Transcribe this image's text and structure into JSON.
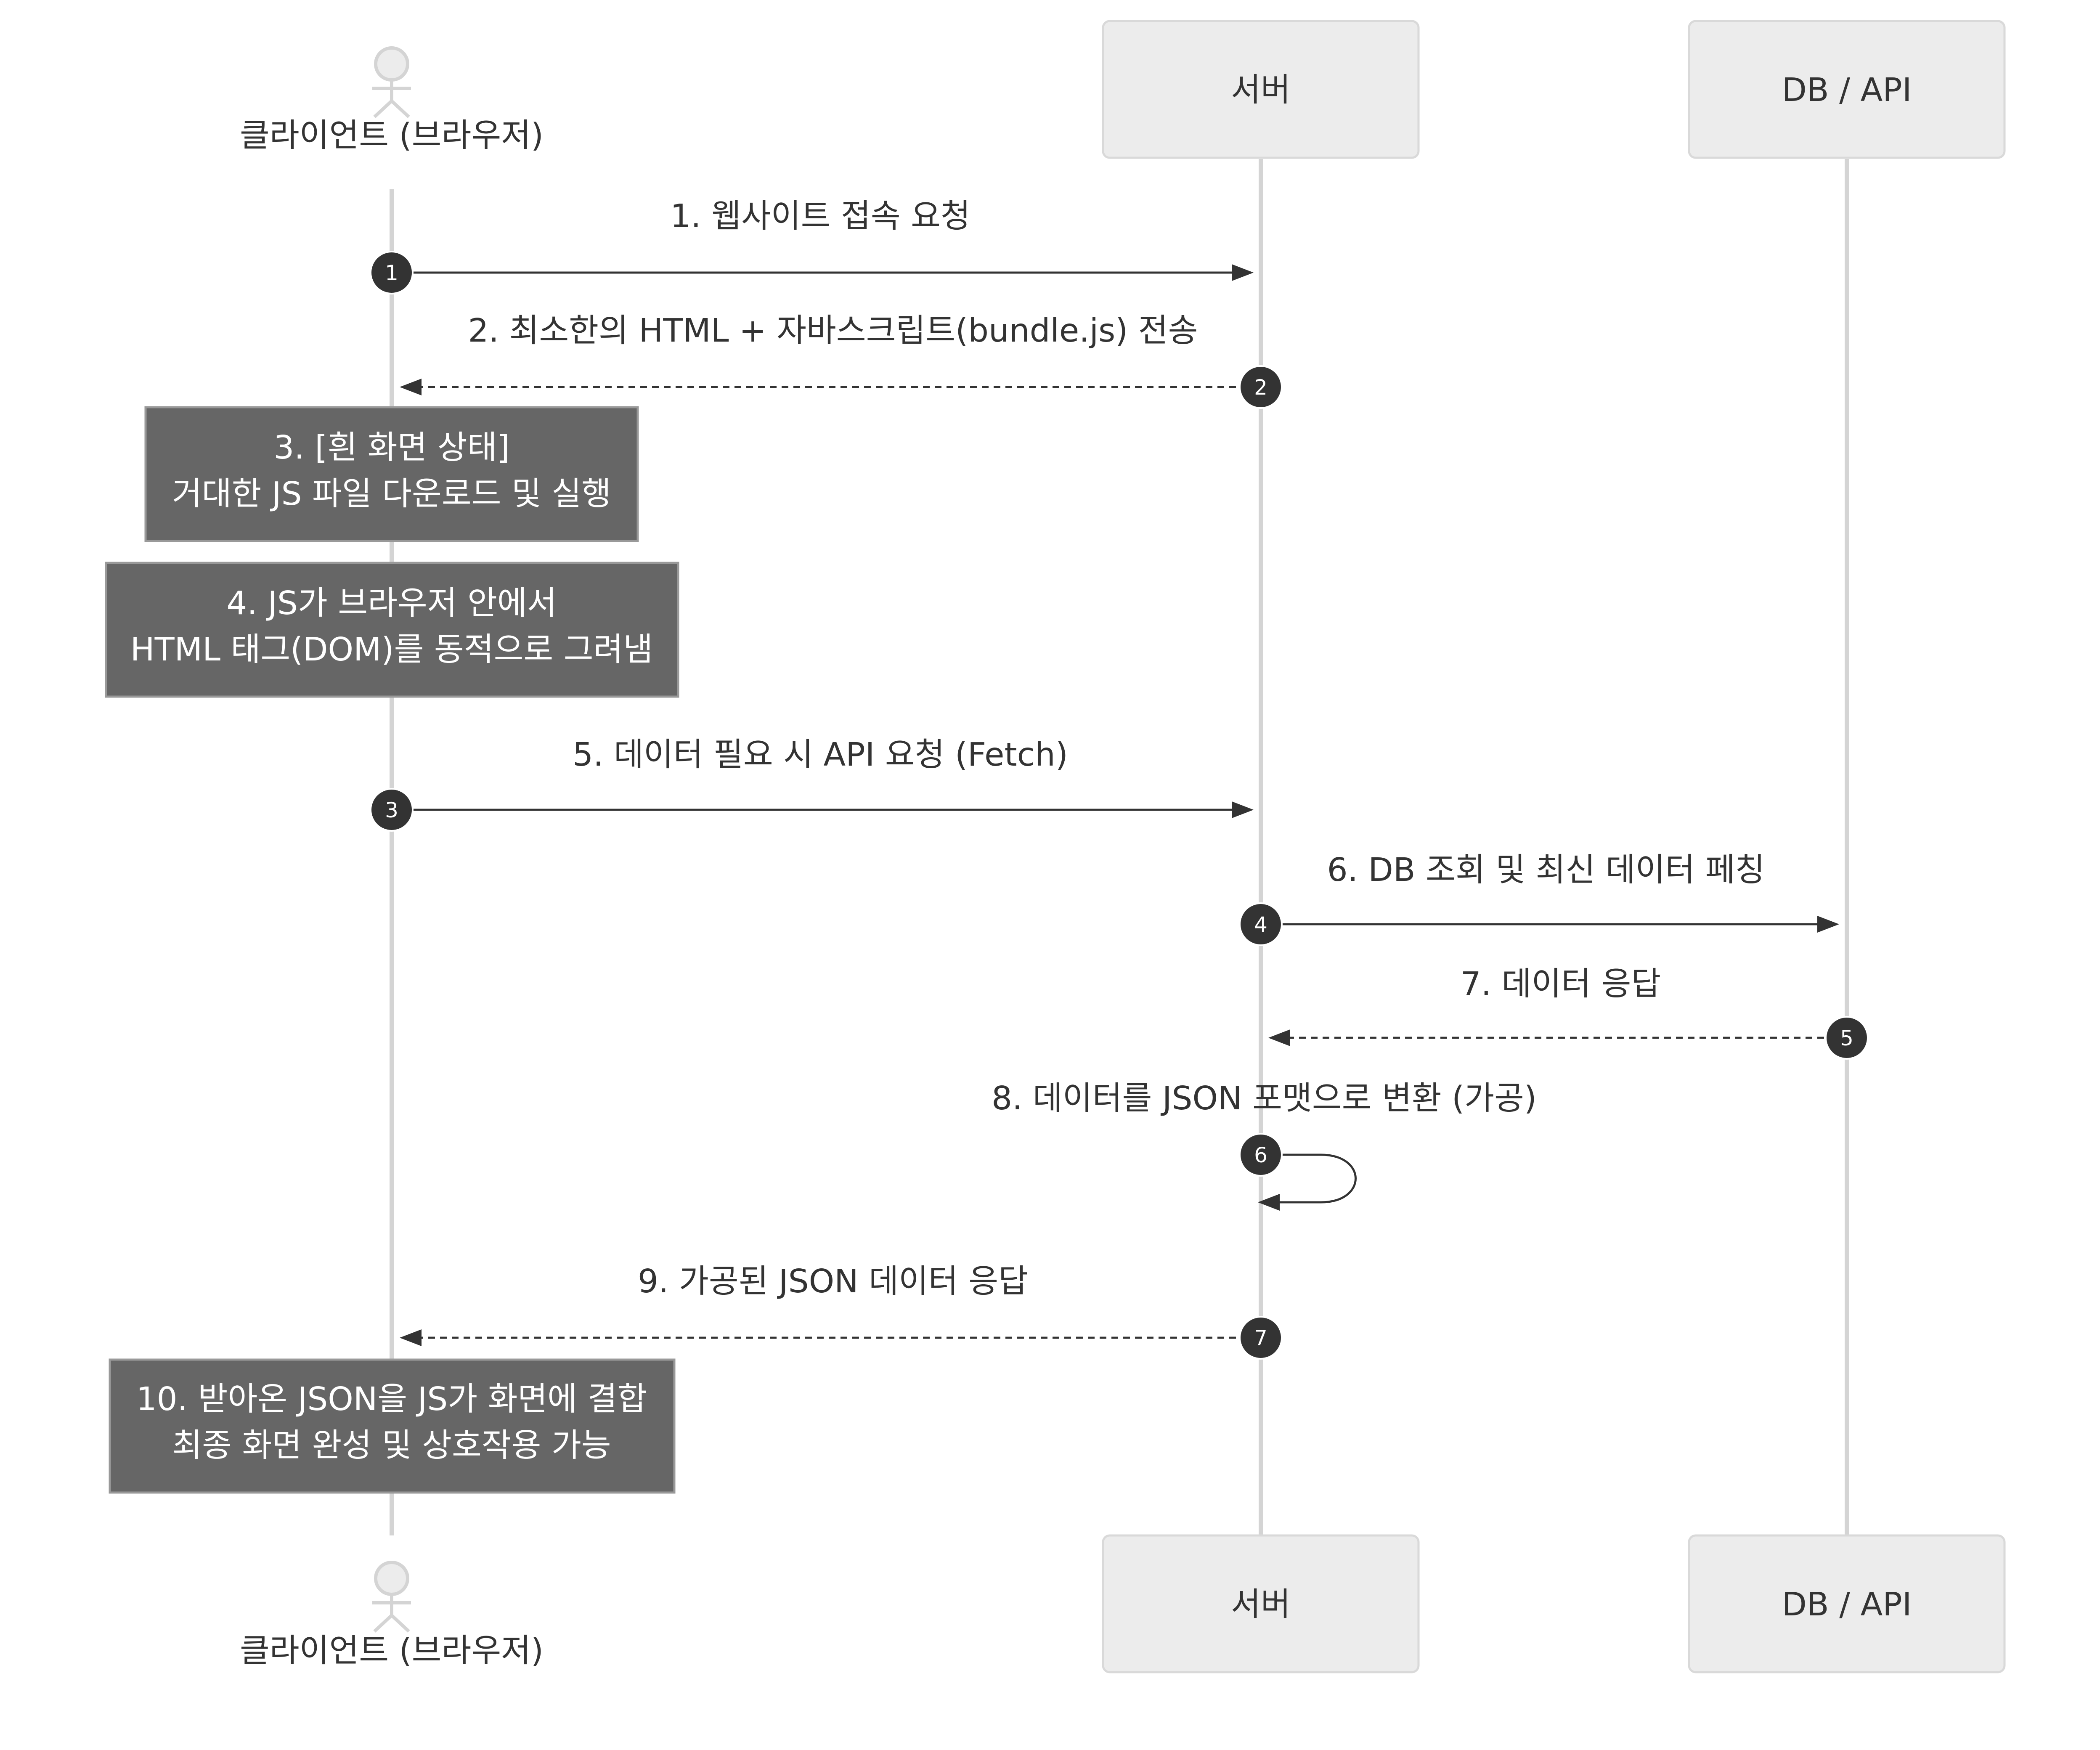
{
  "participants": {
    "client": {
      "label": "클라이언트 (브라우저)",
      "kind": "actor"
    },
    "server": {
      "label": "서버",
      "kind": "box"
    },
    "db": {
      "label": "DB / API",
      "kind": "box"
    }
  },
  "messages": [
    {
      "from": "client",
      "to": "server",
      "label": "1. 웹사이트 접속 요청",
      "style": "solid",
      "badge": "1"
    },
    {
      "from": "server",
      "to": "client",
      "label": "2. 최소한의 HTML + 자바스크립트(bundle.js) 전송",
      "style": "dashed",
      "badge": "2"
    },
    {
      "from": "client",
      "to": "server",
      "label": "5. 데이터 필요 시 API 요청 (Fetch)",
      "style": "solid",
      "badge": "3"
    },
    {
      "from": "server",
      "to": "db",
      "label": "6. DB 조회 및 최신 데이터 페칭",
      "style": "solid",
      "badge": "4"
    },
    {
      "from": "db",
      "to": "server",
      "label": "7. 데이터 응답",
      "style": "dashed",
      "badge": "5"
    },
    {
      "from": "server",
      "to": "server",
      "label": "8. 데이터를 JSON 포맷으로 변환 (가공)",
      "style": "self",
      "badge": "6"
    },
    {
      "from": "server",
      "to": "client",
      "label": "9. 가공된 JSON 데이터 응답",
      "style": "dashed",
      "badge": "7"
    }
  ],
  "notes": [
    {
      "lines": [
        "3. [흰 화면 상태]",
        "거대한 JS 파일 다운로드 및 실행"
      ]
    },
    {
      "lines": [
        "4. JS가 브라우저 안에서",
        "HTML 태그(DOM)를 동적으로 그려냄"
      ]
    },
    {
      "lines": [
        "10. 받아온 JSON을 JS가 화면에 결합",
        "최종 화면 완성 및 상호작용 가능"
      ]
    }
  ],
  "colors": {
    "note_fill": "#666666",
    "box_fill": "#ececec",
    "line": "#333333",
    "lifeline": "#d4d4d4"
  }
}
